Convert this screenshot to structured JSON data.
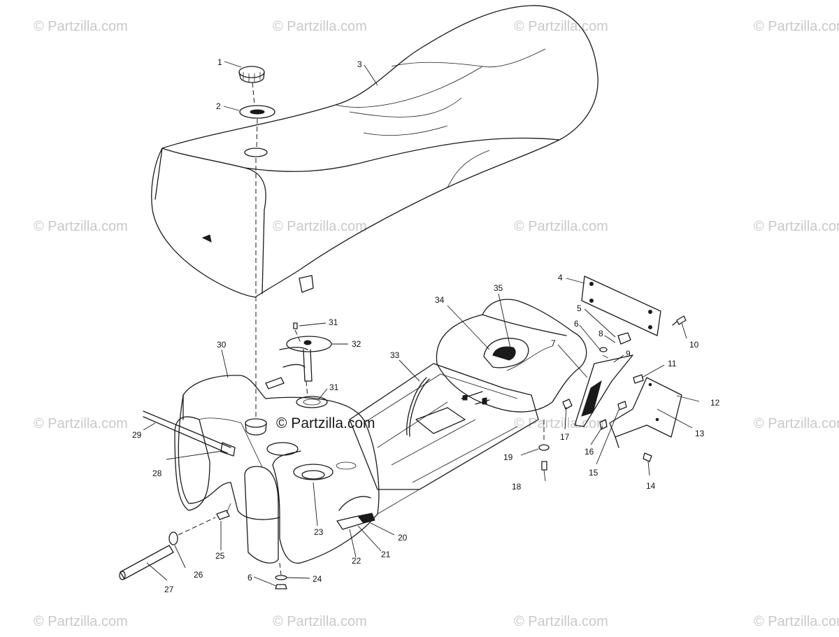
{
  "watermark": "© Partzilla.com",
  "center_watermark": "© Partzilla.com",
  "callouts": {
    "c1": "1",
    "c2": "2",
    "c3": "3",
    "c4": "4",
    "c5": "5",
    "c6a": "6",
    "c6b": "6",
    "c7": "7",
    "c8": "8",
    "c9": "9",
    "c10": "10",
    "c11": "11",
    "c12": "12",
    "c13": "13",
    "c14": "14",
    "c15": "15",
    "c16": "16",
    "c17": "17",
    "c18": "18",
    "c19": "19",
    "c20": "20",
    "c21": "21",
    "c22": "22",
    "c23": "23",
    "c24": "24",
    "c25": "25",
    "c26": "26",
    "c27": "27",
    "c28": "28",
    "c29": "29",
    "c30": "30",
    "c31a": "31",
    "c31b": "31",
    "c32": "32",
    "c33": "33",
    "c34": "34",
    "c35": "35"
  }
}
